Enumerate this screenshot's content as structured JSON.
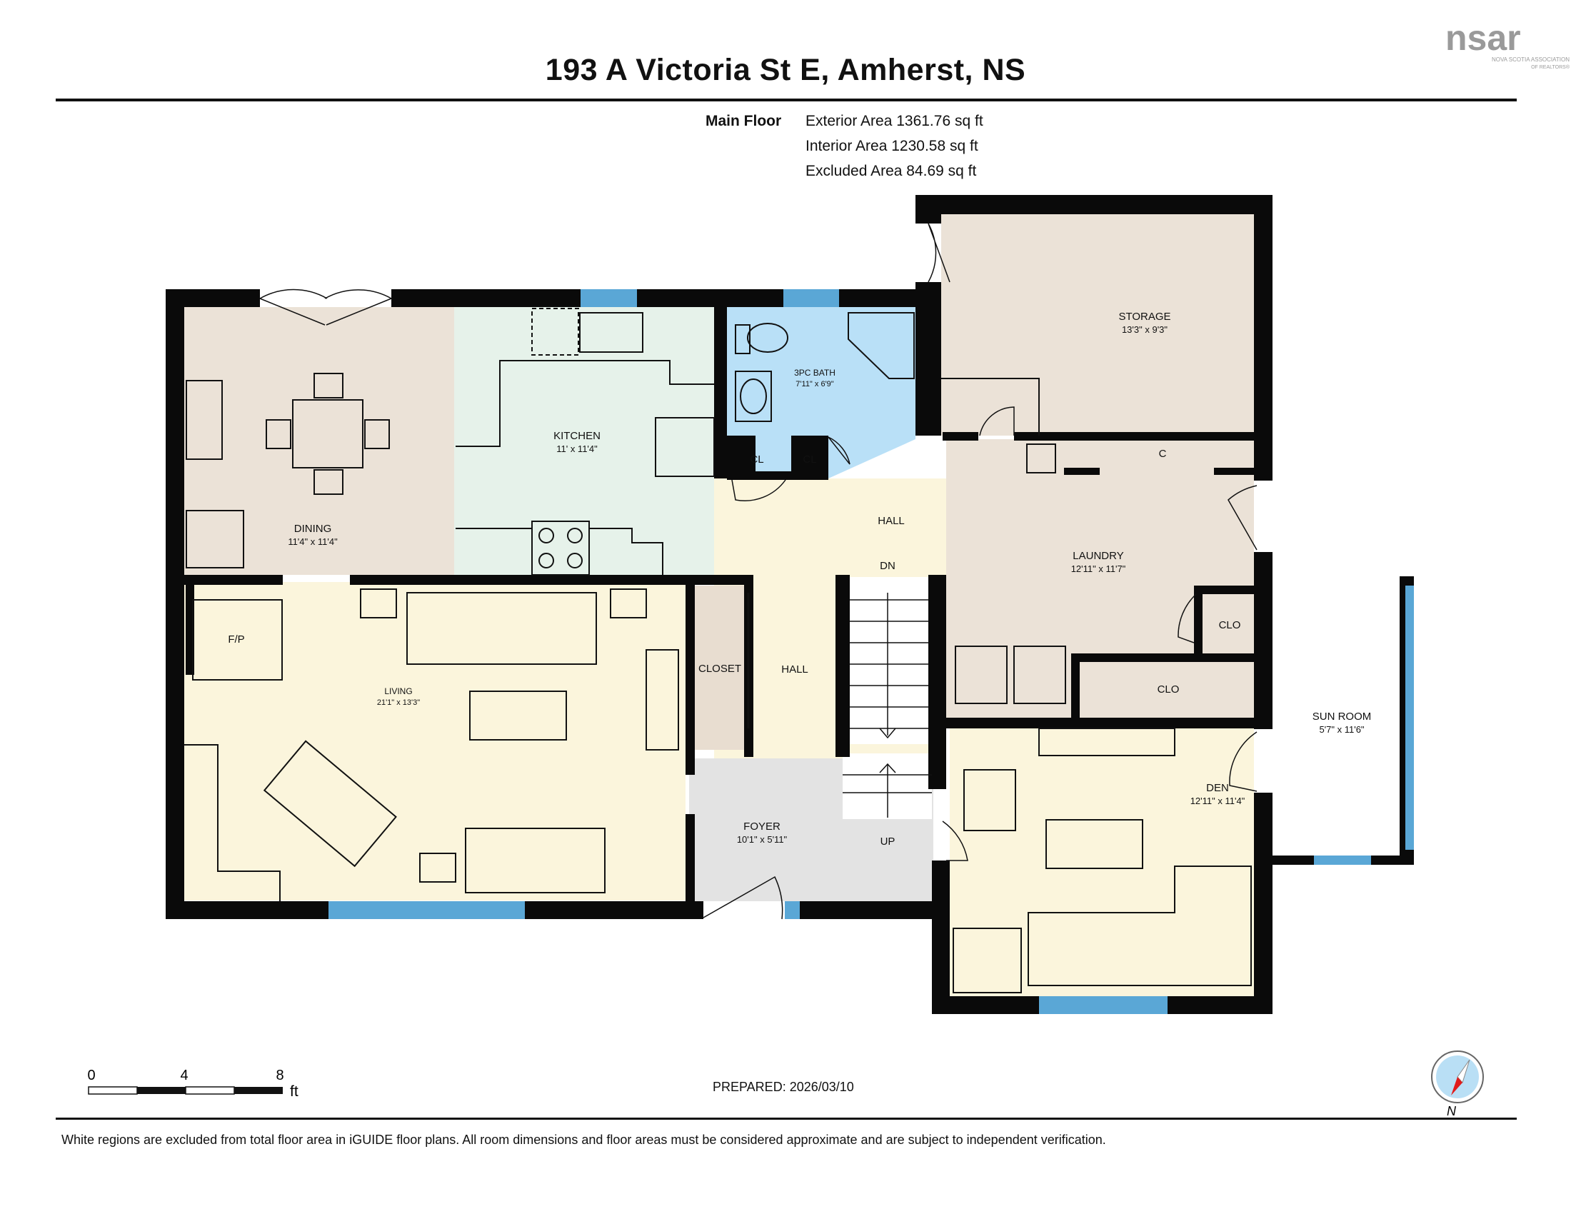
{
  "header": {
    "title": "193 A Victoria St E, Amherst, NS",
    "floor_label": "Main Floor",
    "areas": [
      "Exterior Area 1361.76 sq ft",
      "Interior Area 1230.58 sq ft",
      "Excluded Area 84.69 sq ft"
    ]
  },
  "logo": {
    "main": "nsar",
    "sub1": "NOVA SCOTIA ASSOCIATION",
    "sub2": "OF REALTORS®"
  },
  "rooms": {
    "storage": {
      "name": "STORAGE",
      "dims": "13'3\" x 9'3\""
    },
    "bath": {
      "name": "3PC BATH",
      "dims": "7'11\" x 6'9\""
    },
    "kitchen": {
      "name": "KITCHEN",
      "dims": "11' x 11'4\""
    },
    "dining": {
      "name": "DINING",
      "dims": "11'4\" x 11'4\""
    },
    "living": {
      "name": "LIVING",
      "dims": "21'1\" x 13'3\""
    },
    "laundry": {
      "name": "LAUNDRY",
      "dims": "12'11\" x 11'7\""
    },
    "foyer": {
      "name": "FOYER",
      "dims": "10'1\" x 5'11\""
    },
    "den": {
      "name": "DEN",
      "dims": "12'11\" x 11'4\""
    },
    "sunroom": {
      "name": "SUN ROOM",
      "dims": "5'7\" x 11'6\""
    }
  },
  "labels": {
    "hall_upper": "HALL",
    "hall_lower": "HALL",
    "dn": "DN",
    "up": "UP",
    "cl1": "CL",
    "cl2": "CL",
    "c": "C",
    "clo1": "CLO",
    "clo2": "CLO",
    "closet": "CLOSET",
    "fp": "F/P"
  },
  "scale": {
    "ticks": [
      "0",
      "4",
      "8"
    ],
    "unit": "ft"
  },
  "compass": {
    "label": "N"
  },
  "footer": {
    "prepared": "PREPARED: 2026/03/10",
    "disclaimer": "White regions are excluded from total floor area in iGUIDE floor plans. All room dimensions and floor areas must be considered approximate and are subject to independent verification."
  },
  "colors": {
    "dining": "#ebe2d7",
    "kitchen": "#e6f2ea",
    "bath": "#b9e0f7",
    "living": "#fbf5dc",
    "hall": "#fbf5dc",
    "storage": "#ebe2d7",
    "laundry": "#ebe2d7",
    "den": "#fbf5dc",
    "foyer": "#e3e3e3",
    "window": "#5aa7d6",
    "wall": "#0a0a0a"
  }
}
